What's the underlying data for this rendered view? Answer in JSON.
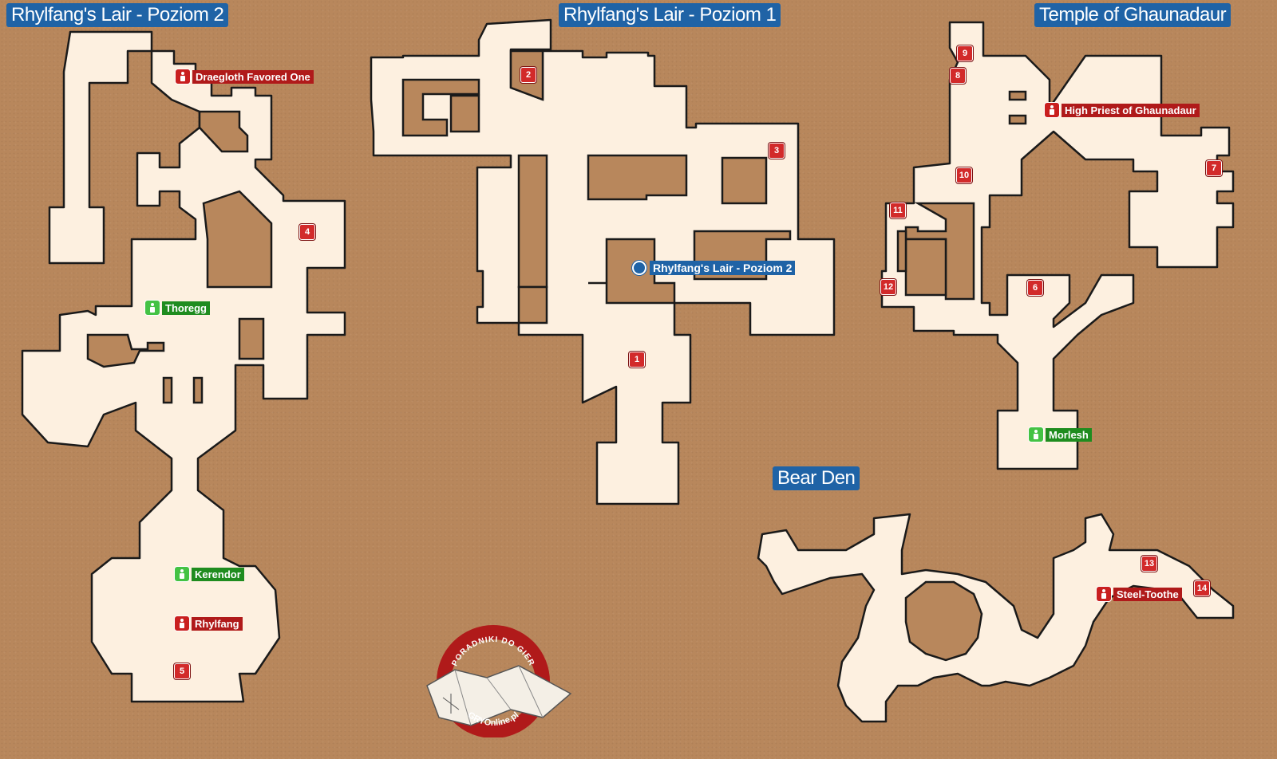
{
  "titles": {
    "l2": "Rhylfang's Lair - Poziom 2",
    "l1": "Rhylfang's Lair - Poziom 1",
    "temple": "Temple of Ghaunadaur",
    "bear": "Bear Den"
  },
  "numbers": [
    "1",
    "2",
    "3",
    "4",
    "5",
    "6",
    "7",
    "8",
    "9",
    "10",
    "11",
    "12",
    "13",
    "14"
  ],
  "npcs": {
    "draegloth": "Draegloth Favored One",
    "thoregg": "Thoregg",
    "kerendor": "Kerendor",
    "rhylfang": "Rhylfang",
    "priest": "High Priest of Ghaunadaur",
    "morlesh": "Morlesh",
    "steeltoothe": "Steel-Toothe"
  },
  "portal": {
    "label": "Rhylfang's Lair - Poziom 2"
  },
  "logo": {
    "top_text": "PORADNIKI DO GIER",
    "bottom_text": "GRYOnline.pl"
  },
  "colors": {
    "background": "#b8875c",
    "floor": "#fdf0e0",
    "title_blue": "#1f63a6",
    "hostile_red": "#c91f1f",
    "friendly_green": "#44c244"
  },
  "icons": {
    "npc": "person-icon",
    "portal": "portal-dot-icon",
    "logo": "map-logo-icon"
  }
}
